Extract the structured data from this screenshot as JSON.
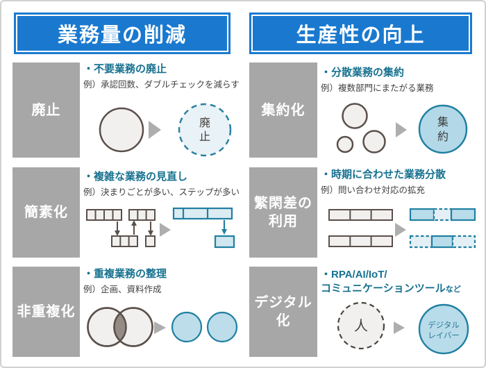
{
  "page": {
    "header_left": "業務量の削減",
    "header_right": "生産性の向上"
  },
  "cells": {
    "abolish": {
      "label": "廃止",
      "title": "・不要業務の廃止",
      "example": "例）承認回数、ダブルチェックを減らす",
      "result_line1": "廃",
      "result_line2": "止"
    },
    "consolidate": {
      "label": "集約化",
      "title": "・分散業務の集約",
      "example": "例）複数部門にまたがる業務",
      "result_line1": "集",
      "result_line2": "約"
    },
    "simplify": {
      "label": "簡素化",
      "title": "・複雑な業務の見直し",
      "example": "例）決まりごとが多い、ステップが多い"
    },
    "load_leveling": {
      "label_line1": "繁閑差の",
      "label_line2": "利用",
      "title": "・時期に合わせた業務分散",
      "example": "例）問い合わせ対応の拡充"
    },
    "dedupe": {
      "label": "非重複化",
      "title": "・重複業務の整理",
      "example": "例）企画、資料作成"
    },
    "digitalize": {
      "label": "デジタル化",
      "title_line1": "・RPA/AI/IoT/",
      "title_line2": "コミュニケーションツール",
      "title_suffix": "など",
      "person": "人",
      "result_line1": "デジタル",
      "result_line2": "レイバー"
    }
  },
  "colors": {
    "header_blue": "#1a79cf",
    "category_gray": "#a7a7a7",
    "title_teal": "#17718f",
    "example_gray": "#3f3f3f",
    "shape_dark_border": "#5a4f4b",
    "shape_light_fill": "#f1f0ee",
    "teal_border": "#2080a2",
    "light_blue_fill": "#b9dcea",
    "pale_blue_fill": "#e9f2f6",
    "venn_overlap": "#948b85",
    "arrow_gray": "#aeaeae"
  }
}
